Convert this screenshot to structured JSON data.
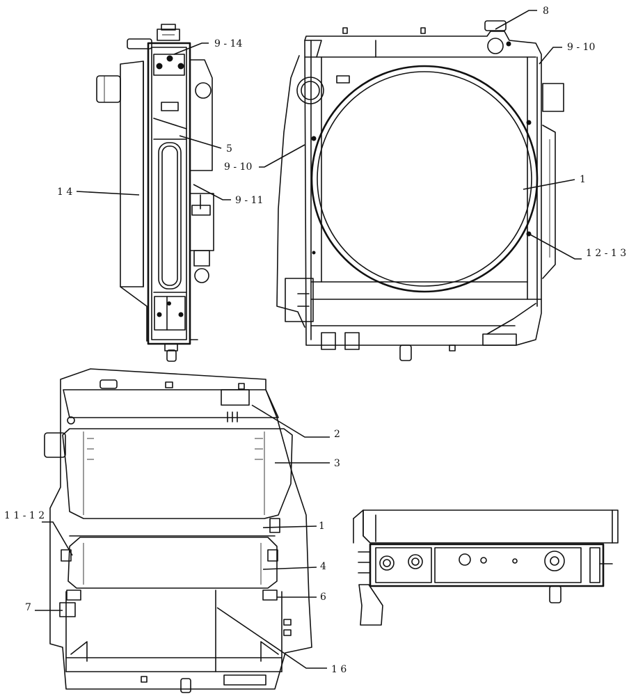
{
  "callouts": {
    "c8": "8",
    "c9_14": "9 - 14",
    "c9_10_right": "9 - 10",
    "c9_10_left": "9 - 10",
    "c5": "5",
    "c9_11": "9 - 11",
    "c14": "1 4",
    "c1_top": "1",
    "c12_13": "1 2 - 1 3",
    "c2": "2",
    "c3": "3",
    "c11_12": "1 1 - 1 2",
    "c1_bottom": "1",
    "c4": "4",
    "c6": "6",
    "c7": "7",
    "c16": "1 6"
  }
}
